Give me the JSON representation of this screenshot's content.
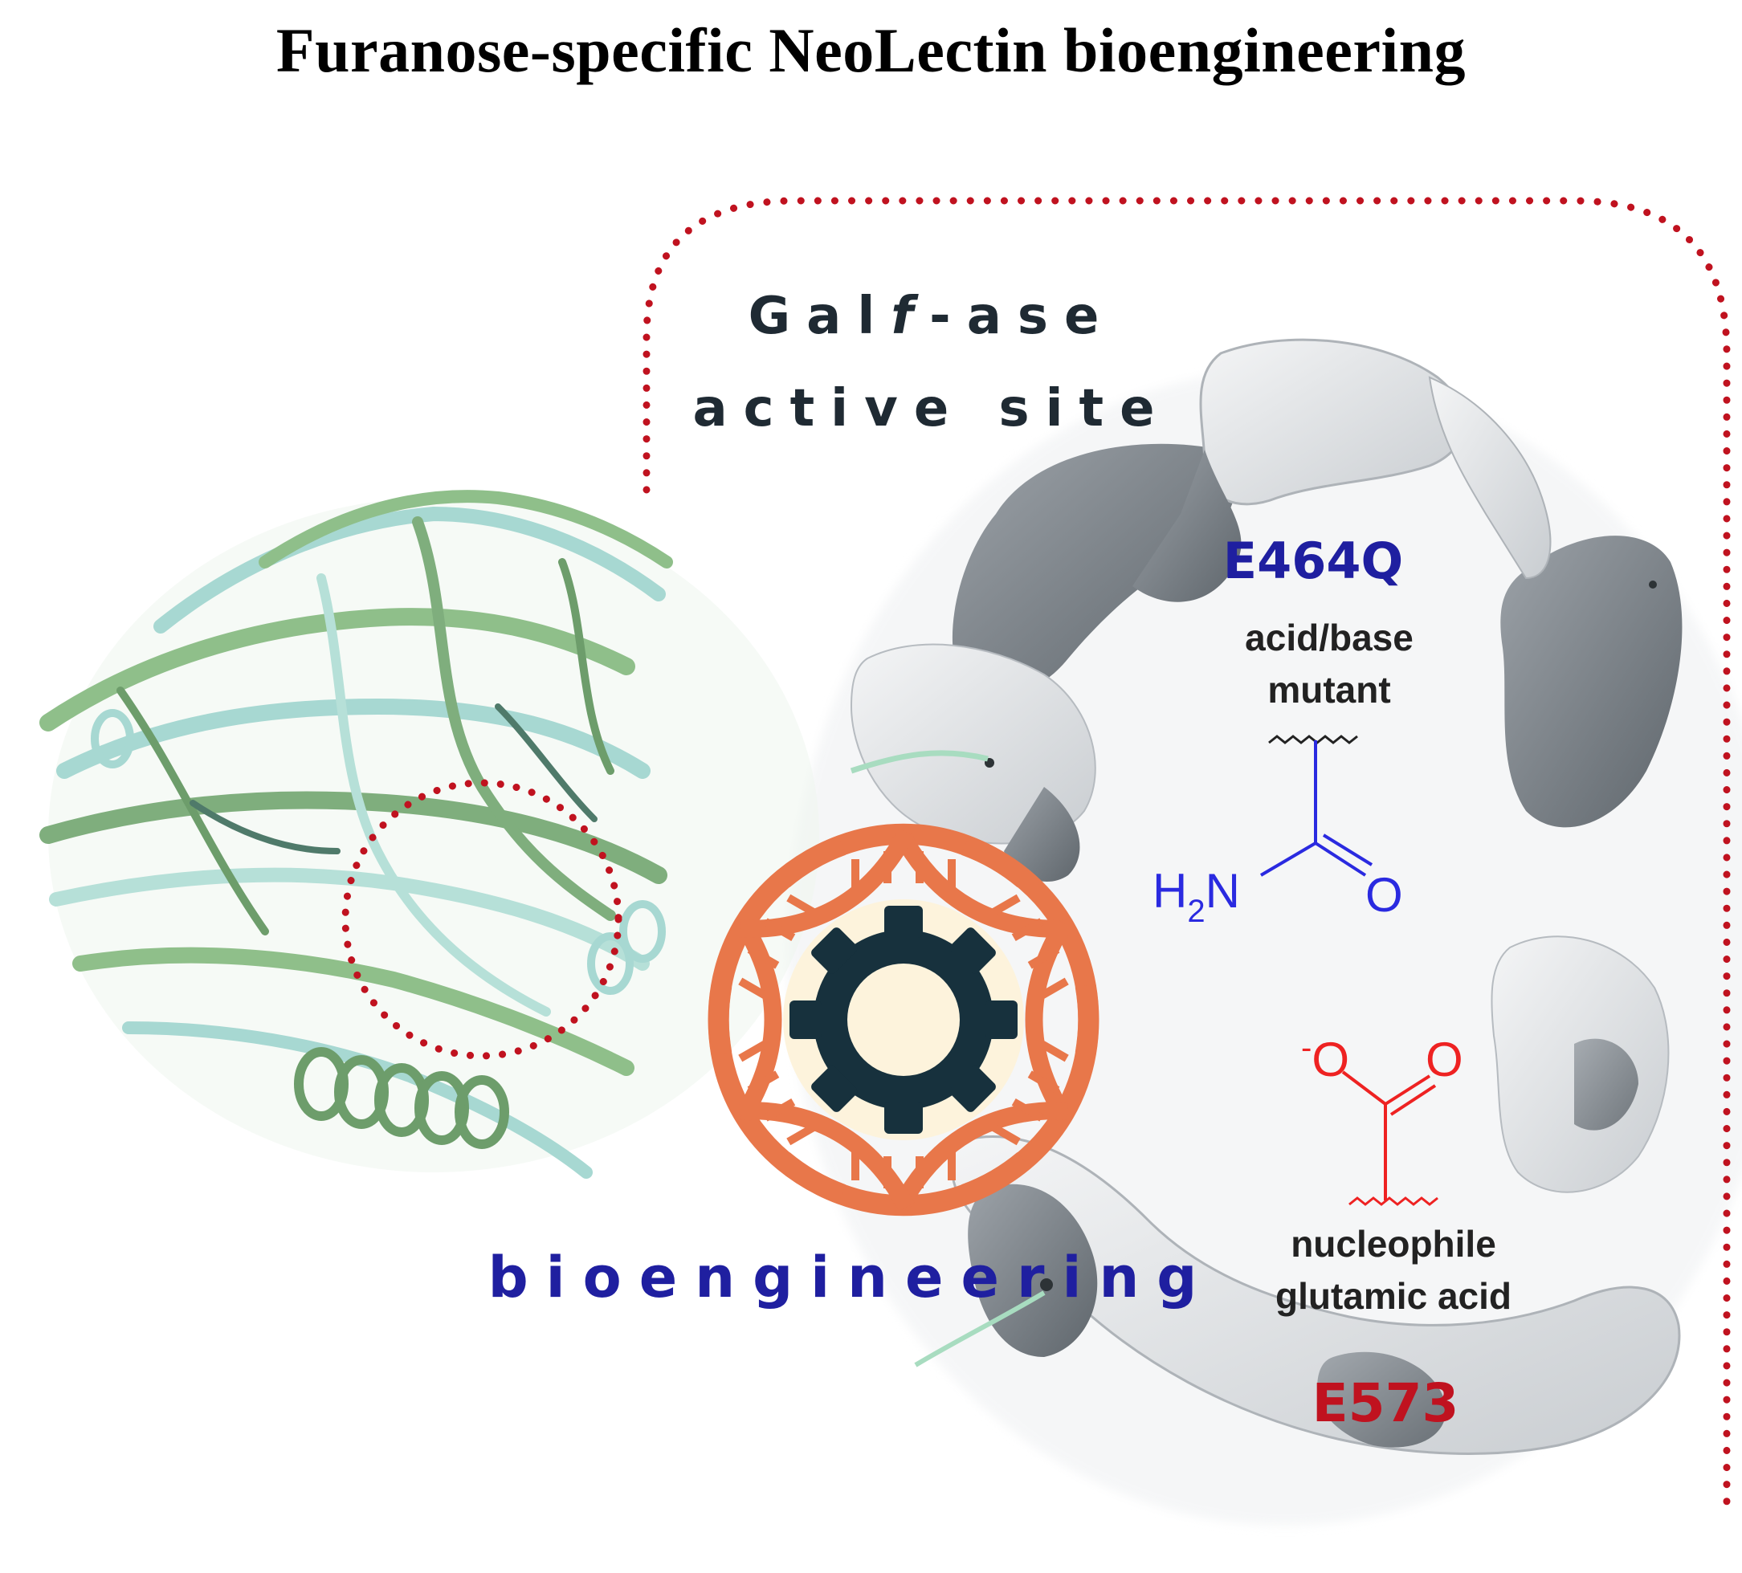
{
  "title": "Furanose-specific NeoLectin bioengineering",
  "active_site": {
    "line1_prefix": "Gal",
    "line1_italic": "f",
    "line1_suffix": "-ase",
    "line2": "active site"
  },
  "mutant": {
    "code": "E464Q",
    "desc_line1": "acid/base",
    "desc_line2": "mutant",
    "formula_nh": "N",
    "formula_h": "H",
    "formula_sub": "2",
    "formula_o": "O"
  },
  "nucleophile": {
    "code": "E573",
    "desc_line1": "nucleophile",
    "desc_line2": "glutamic acid",
    "formula_o_charged": "O",
    "formula_charge": "-",
    "formula_o": "O"
  },
  "bioengineering_label": "bioengineering",
  "colors": {
    "dotted_border": "#c0121f",
    "mutant_blue": "#1f1fa0",
    "nucleophile_red": "#c0121f",
    "formula_blue": "#2a2ae0",
    "formula_red": "#ee2222",
    "helix_orange": "#e8774a",
    "gear_dark": "#17313d",
    "gear_center": "#fdf3dc",
    "protein_green": "#8fbf8a",
    "protein_cyan": "#a7d8d2",
    "surface_gray": "#6f767c"
  },
  "icons": [
    "protein-structure-icon",
    "dna-gear-icon",
    "active-site-surface-icon"
  ]
}
